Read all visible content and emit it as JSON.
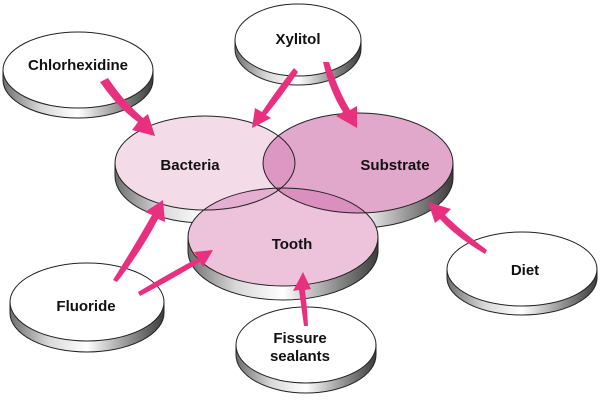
{
  "title": "Caries risk factors diagram",
  "colors": {
    "arrow": "#e8307f",
    "bacteria": "#f3dbe8",
    "substrate": "#e2a8cc",
    "tooth": "#ecc3db",
    "overlap_two": "#dc98c3",
    "overlap_three": "#d46aa8",
    "outer_disc": "#ffffff"
  },
  "central_discs": [
    {
      "id": "bacteria",
      "label": "Bacteria"
    },
    {
      "id": "substrate",
      "label": "Substrate"
    },
    {
      "id": "tooth",
      "label": "Tooth"
    }
  ],
  "outer_discs": [
    {
      "id": "chlorhexidine",
      "label": "Chlorhexidine",
      "targets": [
        "bacteria"
      ]
    },
    {
      "id": "xylitol",
      "label": "Xylitol",
      "targets": [
        "bacteria",
        "substrate"
      ]
    },
    {
      "id": "diet",
      "label": "Diet",
      "targets": [
        "substrate"
      ]
    },
    {
      "id": "fluoride",
      "label": "Fluoride",
      "targets": [
        "bacteria",
        "tooth"
      ]
    },
    {
      "id": "fissure_sealants",
      "label_lines": [
        "Fissure",
        "sealants"
      ],
      "targets": [
        "tooth"
      ]
    }
  ]
}
